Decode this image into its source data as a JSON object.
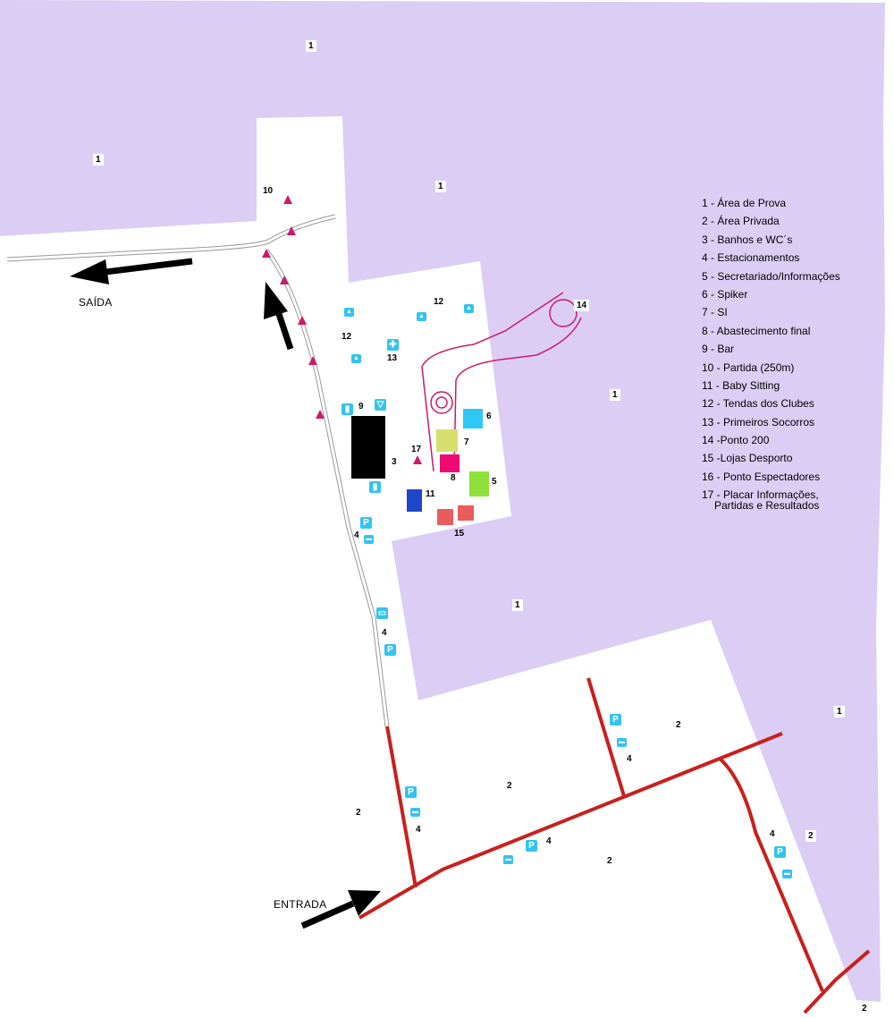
{
  "colors": {
    "area_prova": "#dccdf5",
    "route_red": "#c8201e",
    "route_magenta": "#cc1a6a",
    "icon_blue": "#33c3f0",
    "bar_black": "#000000",
    "spiker": "#2ec8f5",
    "si": "#d6df6e",
    "abastecimento": "#ee0a72",
    "secretariado": "#8fe13a",
    "baby_sitting": "#1e46c8",
    "lojas": "#e85c5c"
  },
  "direction_labels": {
    "exit": "SAÍDA",
    "entry": "ENTRADA"
  },
  "zone_labels": [
    {
      "key": "z1a",
      "text": "1"
    },
    {
      "key": "z1b",
      "text": "1"
    },
    {
      "key": "z1c",
      "text": "1"
    },
    {
      "key": "z1d",
      "text": "1"
    },
    {
      "key": "z1e",
      "text": "1"
    },
    {
      "key": "z1f",
      "text": "1"
    },
    {
      "key": "z2a",
      "text": "2"
    },
    {
      "key": "z2b",
      "text": "2"
    },
    {
      "key": "z2c",
      "text": "2"
    },
    {
      "key": "z2d",
      "text": "2"
    },
    {
      "key": "z2e",
      "text": "2"
    },
    {
      "key": "z2f",
      "text": "2"
    }
  ],
  "feature_labels": {
    "n10": "10",
    "n12a": "12",
    "n12b": "12",
    "n13": "13",
    "n9": "9",
    "n3": "3",
    "n17": "17",
    "n14": "14",
    "n6": "6",
    "n7": "7",
    "n8": "8",
    "n5": "5",
    "n11": "11",
    "n15": "15",
    "p4a": "4",
    "p4b": "4",
    "p4c": "4",
    "p4d": "4",
    "p4e": "4",
    "p4f": "4"
  },
  "icons": {
    "parking": "P",
    "bus": "bus-icon",
    "tent": "tent-icon",
    "first_aid": "first-aid-icon",
    "wc": "wc-icon",
    "shower": "shower-icon",
    "baby": "baby-icon"
  },
  "legend": [
    "1 - Área de Prova",
    "2 - Área Privada",
    "3 - Banhos e WC´s",
    "4 - Estacionamentos",
    "5 - Secretariado/Informações",
    "6 - Spiker",
    "7 - SI",
    "8 - Abastecimento final",
    "9 - Bar",
    "10 - Partida (250m)",
    "11 - Baby Sitting",
    "12 -  Tendas dos Clubes",
    "13 - Primeiros Socorros",
    "14 -Ponto 200",
    "15 -Lojas Desporto",
    "16 - Ponto Espectadores"
  ],
  "legend_last": {
    "line1": "17 - Placar Informações,",
    "line2": "Partidas e Resultados"
  }
}
